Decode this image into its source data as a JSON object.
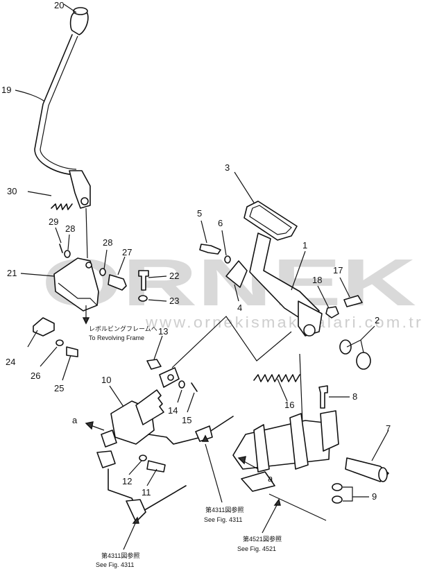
{
  "watermark": {
    "brand": "ORNEK",
    "url": "www.ornekismakinalari.com.tr"
  },
  "callouts": [
    "1",
    "2",
    "3",
    "4",
    "5",
    "6",
    "7",
    "8",
    "9",
    "10",
    "11",
    "12",
    "13",
    "14",
    "15",
    "16",
    "17",
    "18",
    "19",
    "20",
    "21",
    "22",
    "23",
    "24",
    "25",
    "26",
    "27",
    "28",
    "28",
    "29",
    "30"
  ],
  "notes": {
    "revolving_frame_jp": "レボルビングフレームへ",
    "revolving_frame_en": "To Revolving Frame",
    "fig4311_jp_a": "第4311図参照",
    "fig4311_en_a": "See Fig. 4311",
    "fig4521_jp": "第4521図参照",
    "fig4521_en": "See Fig. 4521",
    "fig4311_jp_b": "第4311図参照",
    "fig4311_en_b": "See Fig. 4311",
    "ref_a_left": "a",
    "ref_a_bottom": "a"
  }
}
